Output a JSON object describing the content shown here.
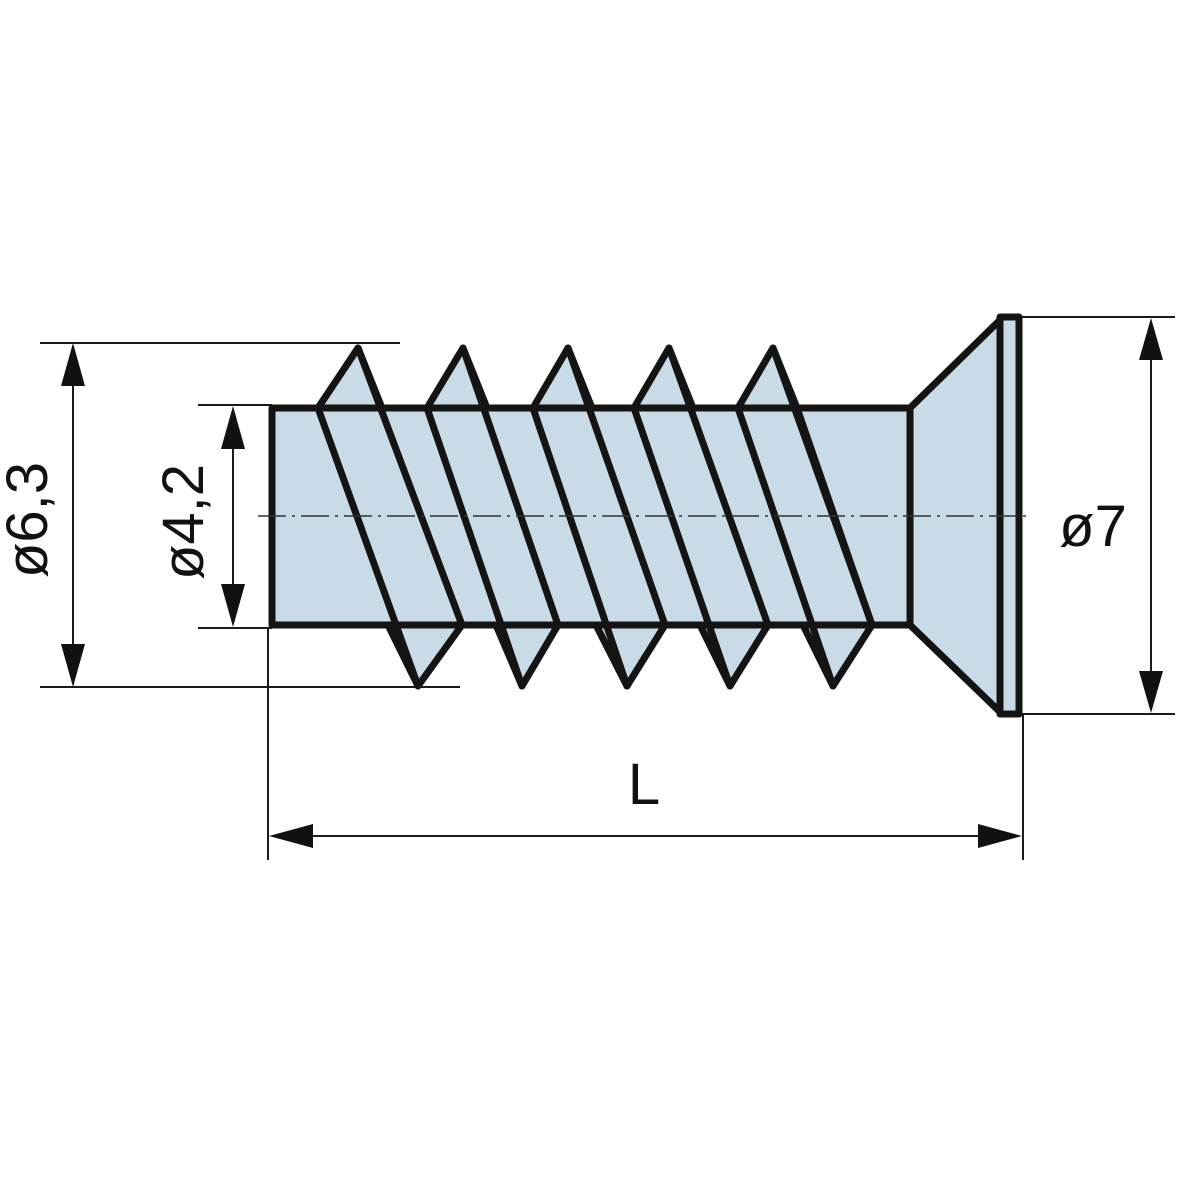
{
  "title": "",
  "labels": {
    "dia_major": "ø6,3",
    "dia_minor": "ø4,2",
    "dia_head": "ø7",
    "length": "L"
  },
  "colors": {
    "metal_fill": "#c9dbe6",
    "outline": "#141414",
    "background": "#ffffff"
  }
}
